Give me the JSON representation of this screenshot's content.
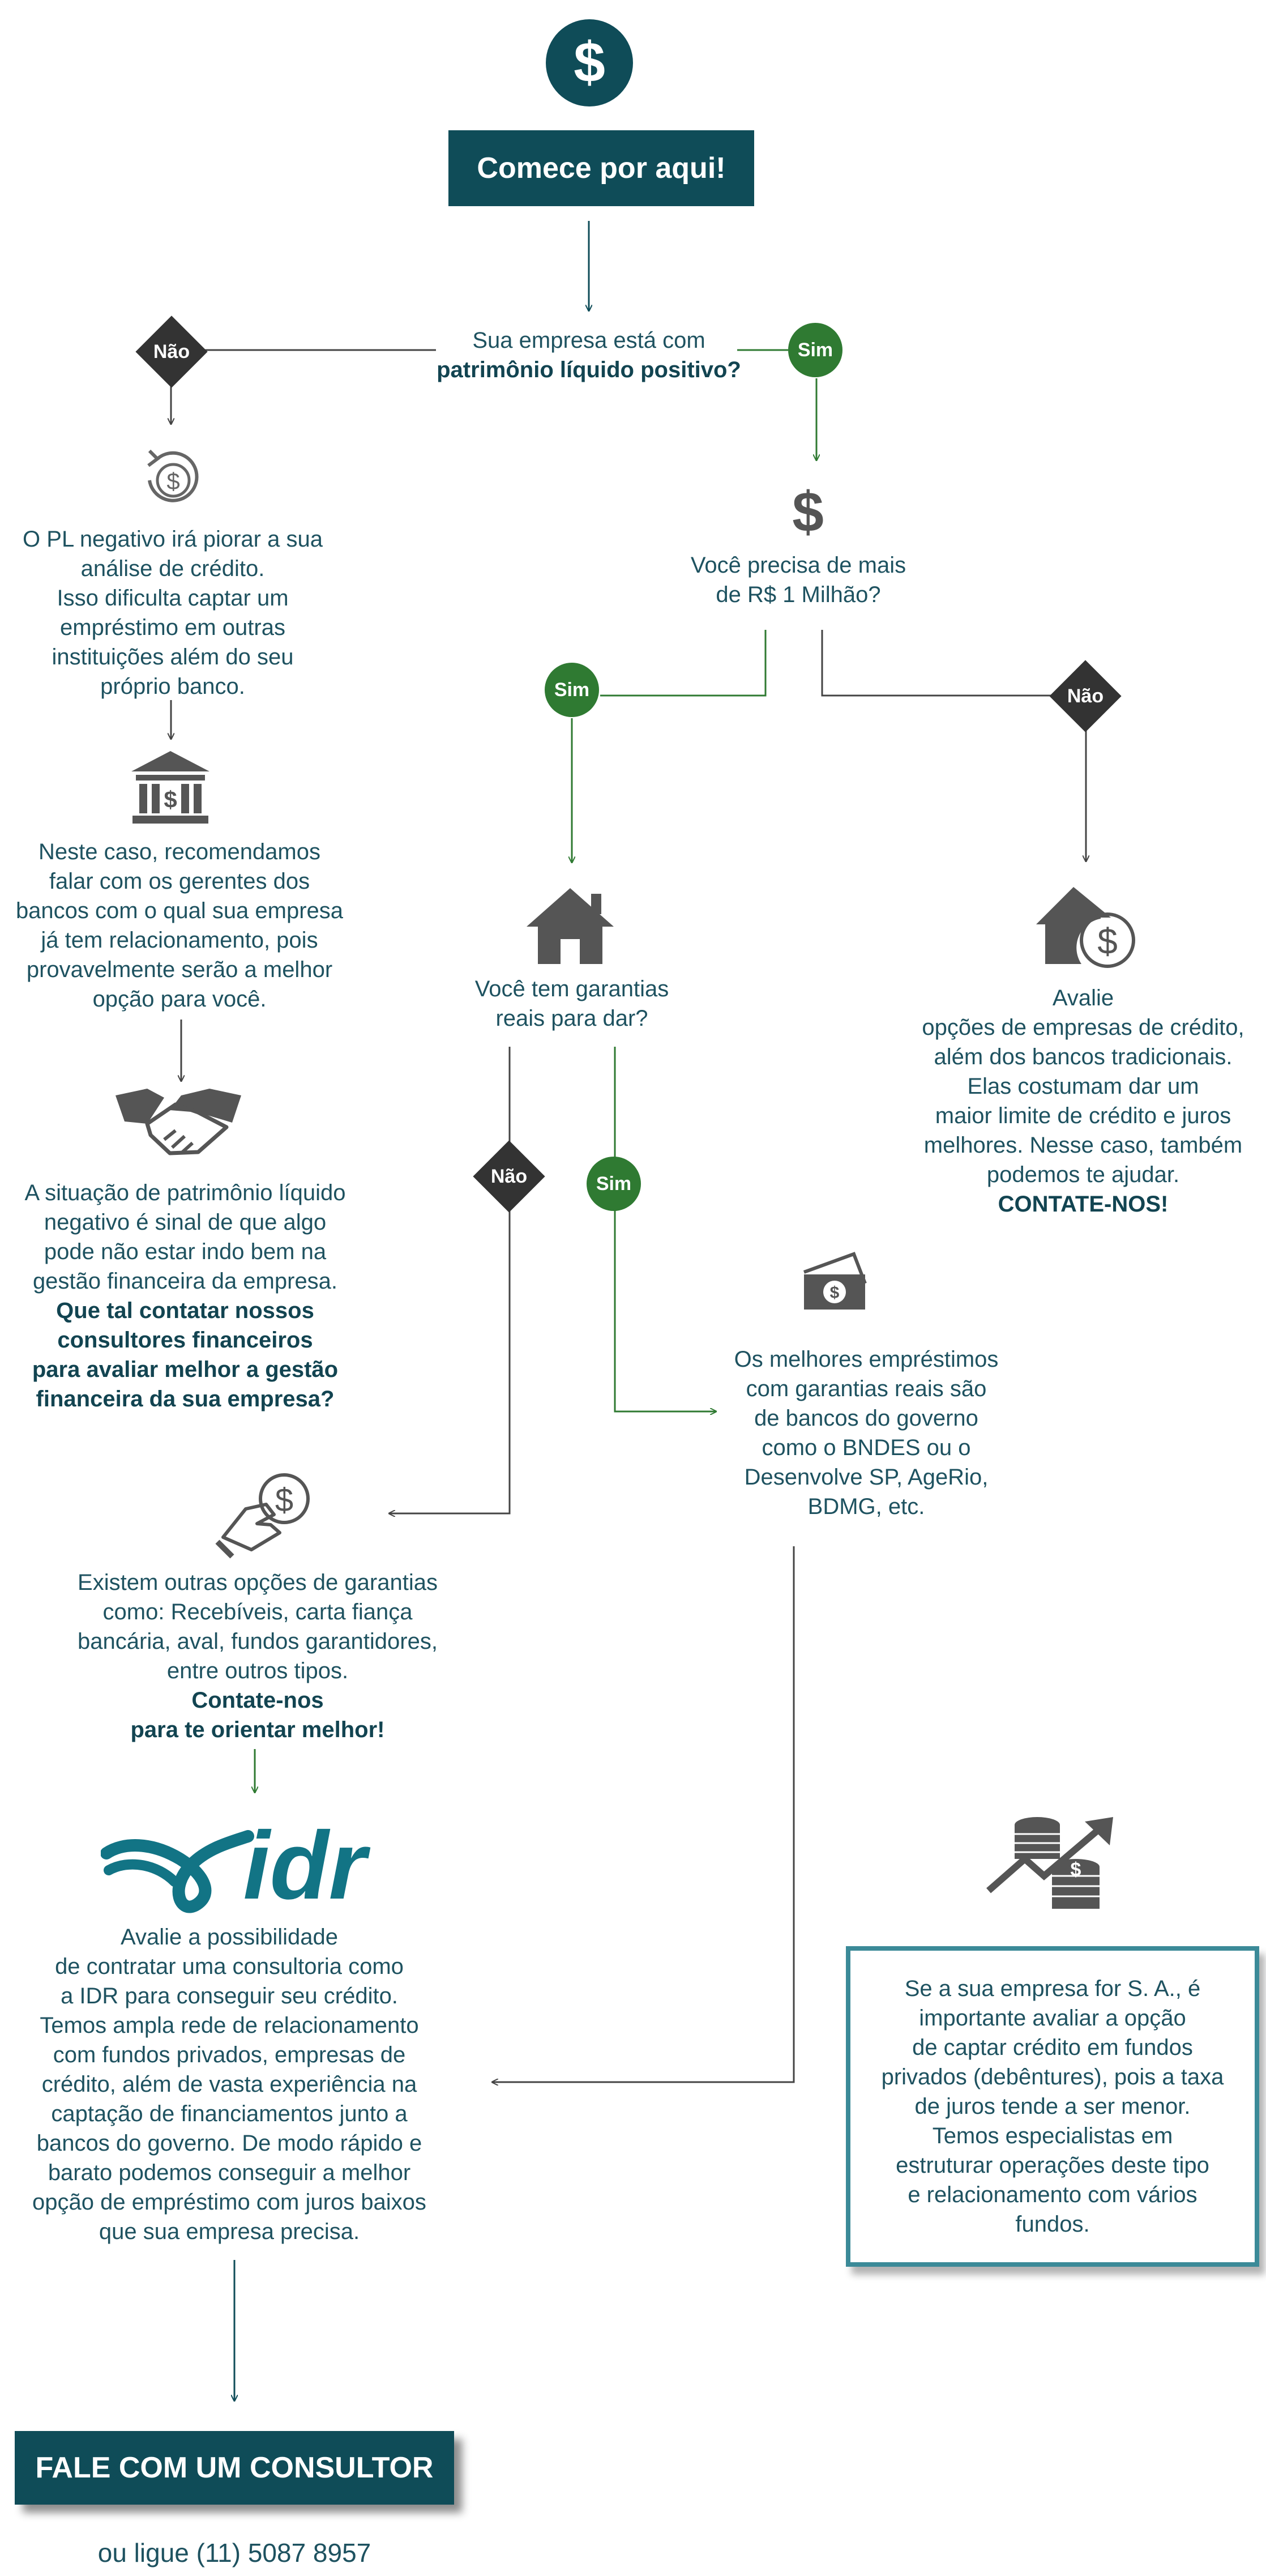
{
  "start": {
    "title": "Comece por aqui!"
  },
  "q1": {
    "line1": "Sua empresa está com",
    "line2": "patrimônio líquido positivo?"
  },
  "badges": {
    "sim": "Sim",
    "nao": "Não"
  },
  "pl_negative": {
    "lines": [
      "O PL negativo irá piorar a sua",
      "análise de crédito.",
      "Isso dificulta captar um",
      "empréstimo em outras",
      "instituições além do seu",
      "próprio banco."
    ]
  },
  "banks_rec": {
    "lines": [
      "Neste caso, recomendamos",
      "falar com os gerentes dos",
      "bancos com o qual sua empresa",
      "já tem relacionamento, pois",
      "provavelmente serão a melhor",
      "opção para você."
    ]
  },
  "financial_situation": {
    "lines": [
      "A situação de patrimônio líquido",
      "negativo é sinal de que algo",
      "pode não estar indo bem na",
      "gestão financeira da empresa."
    ],
    "bold_lines": [
      "Que tal contatar nossos",
      "consultores financeiros",
      "para avaliar melhor a gestão",
      "financeira da sua empresa?"
    ]
  },
  "q2": {
    "line1": "Você precisa de mais",
    "line2": "de R$ 1 Milhão?"
  },
  "q3": {
    "line1": "Você tem garantias",
    "line2": "reais para dar?"
  },
  "credit_companies": {
    "lines": [
      "Avalie",
      "opções de empresas de crédito,",
      "além dos bancos tradicionais.",
      "Elas costumam dar um",
      "maior limite de crédito e juros",
      "melhores. Nesse caso, também",
      "podemos te ajudar."
    ],
    "bold": "CONTATE-NOS!"
  },
  "gov_banks": {
    "lines": [
      "Os melhores empréstimos",
      "com garantias reais são",
      "de bancos do governo",
      "como o BNDES ou o",
      "Desenvolve SP, AgeRio,",
      "BDMG, etc."
    ]
  },
  "other_guarantees": {
    "lines": [
      "Existem outras opções de garantias",
      "como: Recebíveis, carta fiança",
      "bancária, aval, fundos garantidores,",
      "entre outros tipos."
    ],
    "bold_lines": [
      "Contate-nos",
      "para te orientar melhor!"
    ]
  },
  "logo": {
    "text": "idr"
  },
  "idr_consult": {
    "lines": [
      "Avalie a possibilidade",
      "de contratar uma consultoria como",
      "a IDR para conseguir seu crédito.",
      "Temos ampla rede de relacionamento",
      "com fundos privados, empresas de",
      "crédito, além de vasta experiência na",
      "captação de financiamentos junto a",
      "bancos do governo. De modo rápido e",
      "barato podemos conseguir a melhor",
      "opção de empréstimo com juros baixos",
      "que sua empresa precisa."
    ]
  },
  "sa_box": {
    "lines": [
      "Se a sua empresa for S. A., é",
      "importante avaliar a opção",
      "de captar crédito em fundos",
      "privados (debêntures), pois a taxa",
      "de juros tende a ser menor.",
      "Temos especialistas em",
      "estruturar operações deste tipo",
      "e relacionamento com vários",
      "fundos."
    ]
  },
  "cta": {
    "label": "FALE COM UM CONSULTOR",
    "phone": "ou ligue (11) 5087 8957"
  },
  "colors": {
    "teal": "#0f4c58",
    "green": "#2f7a32",
    "dark": "#333333",
    "border": "#3b8a98"
  },
  "icons": [
    "dollar-circle-icon",
    "refund-dollar-icon",
    "bank-icon",
    "handshake-icon",
    "dollar-sign-icon",
    "house-icon",
    "house-dollar-icon",
    "money-bill-icon",
    "hand-coin-icon",
    "coins-growth-icon"
  ]
}
